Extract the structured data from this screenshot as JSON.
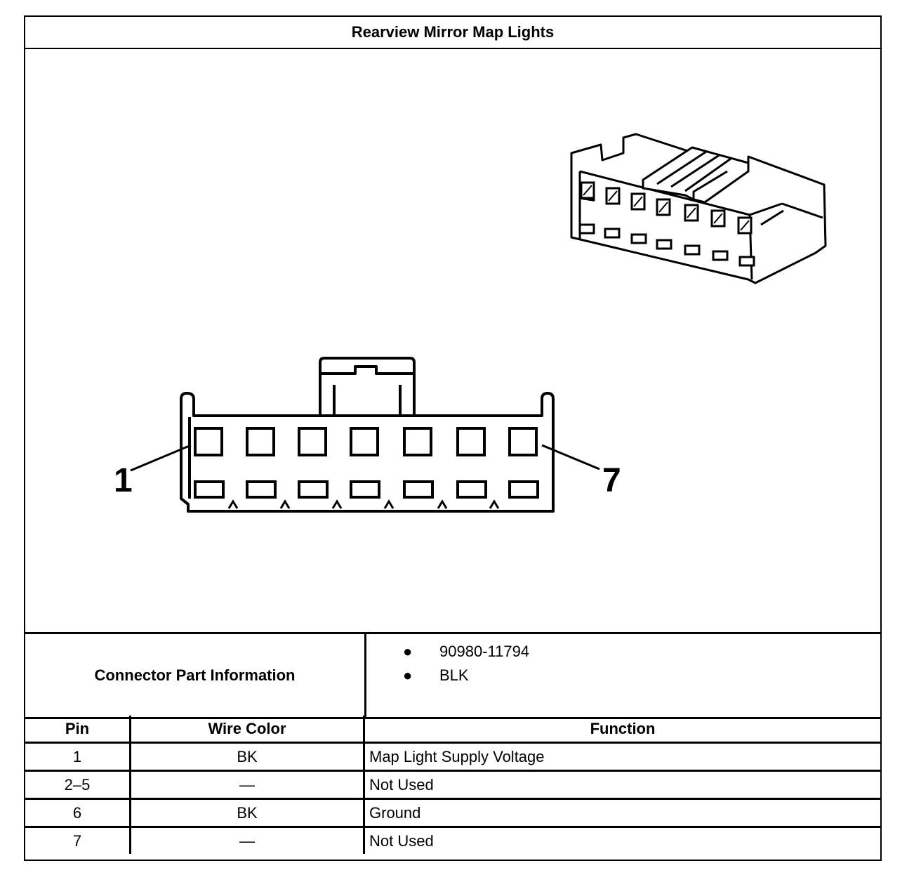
{
  "title": "Rearview Mirror Map Lights",
  "diagram": {
    "pin_labels": {
      "first": "1",
      "last": "7"
    },
    "cavity_count": 7
  },
  "connector_info": {
    "label": "Connector Part Information",
    "items": [
      "90980-11794",
      "BLK"
    ]
  },
  "table": {
    "headers": {
      "pin": "Pin",
      "wire_color": "Wire Color",
      "function": "Function"
    },
    "rows": [
      {
        "pin": "1",
        "wire_color": "BK",
        "function": "Map Light Supply Voltage"
      },
      {
        "pin": "2–5",
        "wire_color": "—",
        "function": "Not Used"
      },
      {
        "pin": "6",
        "wire_color": "BK",
        "function": "Ground"
      },
      {
        "pin": "7",
        "wire_color": "—",
        "function": "Not Used"
      }
    ]
  }
}
